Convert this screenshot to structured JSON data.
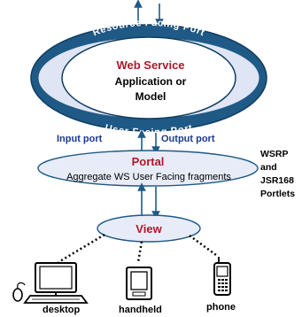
{
  "web_service": {
    "title": "Web Service",
    "line2": "Application or",
    "line3": "Model",
    "top_arc": "Resource Facing Port",
    "bottom_arc": "User Facing Port"
  },
  "ports": {
    "input": "Input port",
    "output": "Output port"
  },
  "portal": {
    "title": "Portal",
    "subtitle": "Aggregate WS User Facing fragments"
  },
  "side_note": [
    "WSRP",
    "and",
    "JSR168",
    "Portlets"
  ],
  "view": {
    "title": "View"
  },
  "devices": [
    {
      "label": "desktop",
      "icon": "desktop-computer-icon"
    },
    {
      "label": "handheld",
      "icon": "handheld-device-icon"
    },
    {
      "label": "phone",
      "icon": "mobile-phone-icon"
    }
  ],
  "colors": {
    "ring": "#1f5a86",
    "ellipse_fill": "#e8ecf8",
    "title_red": "#b0182a",
    "port_blue": "#1a3a8a"
  }
}
